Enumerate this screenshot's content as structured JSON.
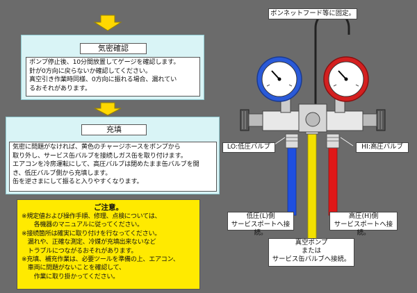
{
  "steps": [
    {
      "title": "気密確認",
      "body": "ポンプ停止後、10分間放置してゲージを確認します。\n針が0方向に戻らないか確認してください。\n真空引き作業時同様、0方向に振れる場合、漏れてい\nるおそれがあります。"
    },
    {
      "title": "充填",
      "body": "気密に問題がなければ、黄色のチャージホースをポンプから\n取り外し、サービス缶バルブを接続しガス缶を取り付けます。\nエアコンを冷房運転にして、高圧バルブは閉めたまま缶バルブを開\nき、低圧バルブ側から充填します。\n缶を逆さまにして振ると入りやすくなります。"
    }
  ],
  "caution": {
    "title": "ご注意。",
    "body": "※規定値および操作手順、修理、点検については、\n　　各機器のマニュアルに従ってください。\n※接続箇所は確実に取り付けを行なってください。\n　漏れや、正確な測定、冷媒が充填出来ないなど\n　トラブルにつながるおそれがあります。\n※充填、補充作業は、必要ツールを準備の上、エアコン、\n　車両に問題がないことを確認して、\n　　作業に取り掛かってください。"
  },
  "diagram": {
    "hook_label": "ボンネットフード等に固定。",
    "lo_valve": "LO:低圧バルブ",
    "hi_valve": "HI:高圧バルブ",
    "low_side": "低圧(L)側\nサービスポートへ接続。",
    "high_side": "高圧(H)側\nサービスポートへ接続。",
    "center": "真空ポンプ\nまたは\nサービス缶バルブへ接続。",
    "colors": {
      "low_hose": "#1f4fe0",
      "high_hose": "#e01818",
      "center_hose": "#f2e000",
      "low_gauge_ring": "#2a5ad8",
      "high_gauge_ring": "#d42020"
    }
  }
}
